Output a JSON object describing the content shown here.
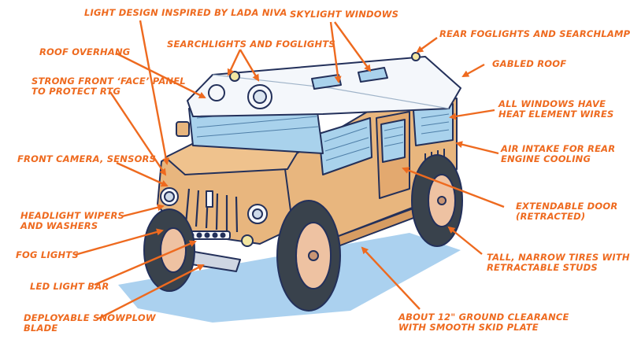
{
  "colors": {
    "accent": "#ee6a1f",
    "body_tan": "#e8b67e",
    "glass_blue": "#a9d2ec",
    "roof_white": "#f4f7fb",
    "tire_dark": "#39424c",
    "hub_pink": "#eec2a2",
    "shadow_blue": "#8fc2ea",
    "outline": "#23305a"
  },
  "labels": {
    "light_design": "LIGHT DESIGN INSPIRED BY LADA NIVA",
    "skylight": "SKYLIGHT WINDOWS",
    "rear_foglights": "REAR FOGLIGHTS AND SEARCHLAMP",
    "searchlights": "SEARCHLIGHTS AND FOGLIGHTS",
    "roof_overhang": "ROOF OVERHANG",
    "gabled_roof": "GABLED ROOF",
    "face_panel_1": "STRONG FRONT ‘FACE’ PANEL",
    "face_panel_2": "TO PROTECT RTG",
    "windows_heat_1": "ALL WINDOWS HAVE",
    "windows_heat_2": "HEAT ELEMENT WIRES",
    "air_intake_1": "AIR INTAKE FOR REAR",
    "air_intake_2": "ENGINE COOLING",
    "front_camera": "FRONT CAMERA, SENSORS",
    "extendable_door_1": "EXTENDABLE DOOR",
    "extendable_door_2": "(RETRACTED)",
    "headlight_wipers_1": "HEADLIGHT WIPERS",
    "headlight_wipers_2": "AND WASHERS",
    "fog_lights": "FOG LIGHTS",
    "tires_1": "TALL, NARROW TIRES WITH",
    "tires_2": "RETRACTABLE STUDS",
    "led_bar": "LED LIGHT BAR",
    "snowplow_1": "DEPLOYABLE SNOWPLOW",
    "snowplow_2": "BLADE",
    "ground_clearance_1": "ABOUT 12\" GROUND CLEARANCE",
    "ground_clearance_2": "WITH SMOOTH SKID PLATE"
  }
}
